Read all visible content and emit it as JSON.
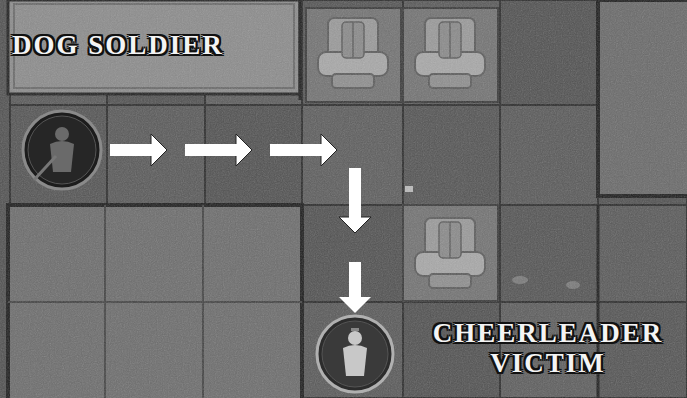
{
  "diagram": {
    "nodes": [
      {
        "text": [
          "DOG SOLDIER"
        ]
      },
      {
        "text": [
          "CHEERLEADER VICTIM"
        ]
      }
    ],
    "edges": [
      {
        "from": 0,
        "to": 1,
        "arrow": "to"
      }
    ]
  }
}
